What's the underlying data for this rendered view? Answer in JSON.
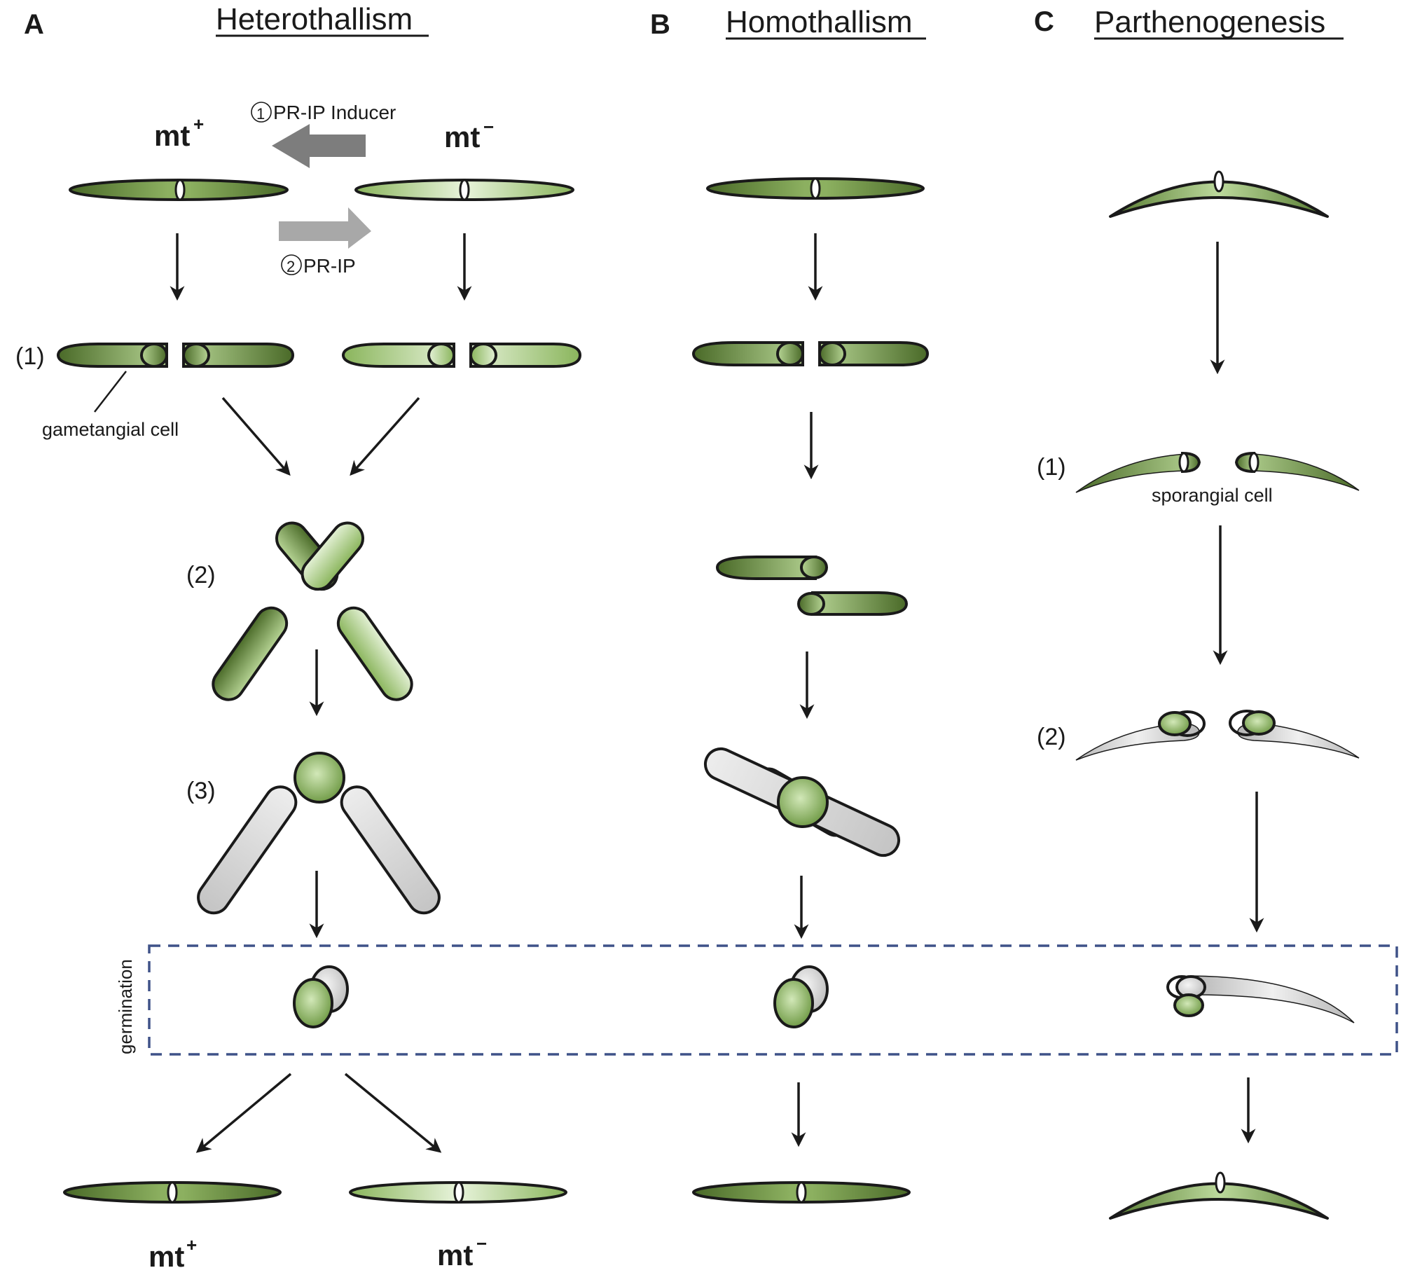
{
  "panels": {
    "A": {
      "letter": "A",
      "title": "Heterothallism",
      "mt_plus_top": "mt",
      "mt_plus_top_sup": "+",
      "mt_minus_top": "mt",
      "mt_minus_top_sup": "−",
      "signal_1": "PR-IP Inducer",
      "signal_1_num": "1",
      "signal_2": "PR-IP",
      "signal_2_num": "2",
      "step_1": "(1)",
      "step_2": "(2)",
      "step_3": "(3)",
      "gametangial_note": "gametangial cell",
      "mt_plus_bottom": "mt",
      "mt_plus_bottom_sup": "+",
      "mt_minus_bottom": "mt",
      "mt_minus_bottom_sup": "−"
    },
    "B": {
      "letter": "B",
      "title": "Homothallism"
    },
    "C": {
      "letter": "C",
      "title": "Parthenogenesis",
      "step_1": "(1)",
      "step_2": "(2)",
      "sporangial_note": "sporangial cell"
    }
  },
  "germination_label": "germination",
  "colors": {
    "dark_green": "#4f6e2b",
    "mid_green": "#8fb563",
    "light_green": "#c9e0ac",
    "pale_green": "#e3f0d4",
    "gray_light": "#f0f0f0",
    "gray_mid": "#bdbdbd",
    "arrow_gray_dark": "#7d7d7d",
    "arrow_gray_light": "#a8a8a8",
    "dash_blue": "#3f5288",
    "outline": "#1a1a1a"
  }
}
